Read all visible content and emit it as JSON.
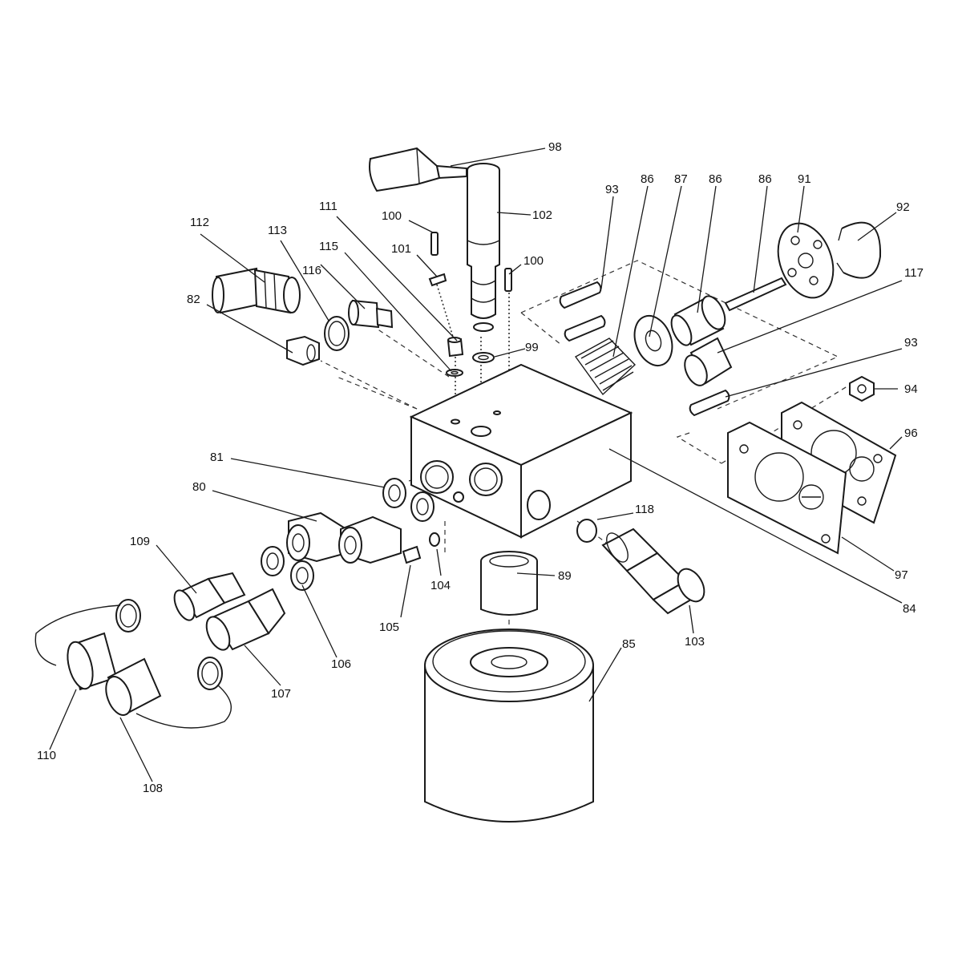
{
  "colors": {
    "line": "#1a1a1a",
    "background": "#ffffff"
  },
  "callouts": [
    {
      "id": "c98",
      "text": "98"
    },
    {
      "id": "c102",
      "text": "102"
    },
    {
      "id": "c93a",
      "text": "93"
    },
    {
      "id": "c86a",
      "text": "86"
    },
    {
      "id": "c87",
      "text": "87"
    },
    {
      "id": "c86b",
      "text": "86"
    },
    {
      "id": "c86c",
      "text": "86"
    },
    {
      "id": "c91",
      "text": "91"
    },
    {
      "id": "c92",
      "text": "92"
    },
    {
      "id": "c117",
      "text": "117"
    },
    {
      "id": "c112",
      "text": "112"
    },
    {
      "id": "c113",
      "text": "113"
    },
    {
      "id": "c111",
      "text": "111"
    },
    {
      "id": "c100a",
      "text": "100"
    },
    {
      "id": "c101",
      "text": "101"
    },
    {
      "id": "c100b",
      "text": "100"
    },
    {
      "id": "c115",
      "text": "115"
    },
    {
      "id": "c116",
      "text": "116"
    },
    {
      "id": "c82",
      "text": "82"
    },
    {
      "id": "c99",
      "text": "99"
    },
    {
      "id": "c93b",
      "text": "93"
    },
    {
      "id": "c94",
      "text": "94"
    },
    {
      "id": "c96",
      "text": "96"
    },
    {
      "id": "c81",
      "text": "81"
    },
    {
      "id": "c80",
      "text": "80"
    },
    {
      "id": "c118",
      "text": "118"
    },
    {
      "id": "c109",
      "text": "109"
    },
    {
      "id": "c89",
      "text": "89"
    },
    {
      "id": "c104",
      "text": "104"
    },
    {
      "id": "c97",
      "text": "97"
    },
    {
      "id": "c84",
      "text": "84"
    },
    {
      "id": "c105",
      "text": "105"
    },
    {
      "id": "c103",
      "text": "103"
    },
    {
      "id": "c85",
      "text": "85"
    },
    {
      "id": "c106",
      "text": "106"
    },
    {
      "id": "c107",
      "text": "107"
    },
    {
      "id": "c110",
      "text": "110"
    },
    {
      "id": "c108",
      "text": "108"
    }
  ]
}
